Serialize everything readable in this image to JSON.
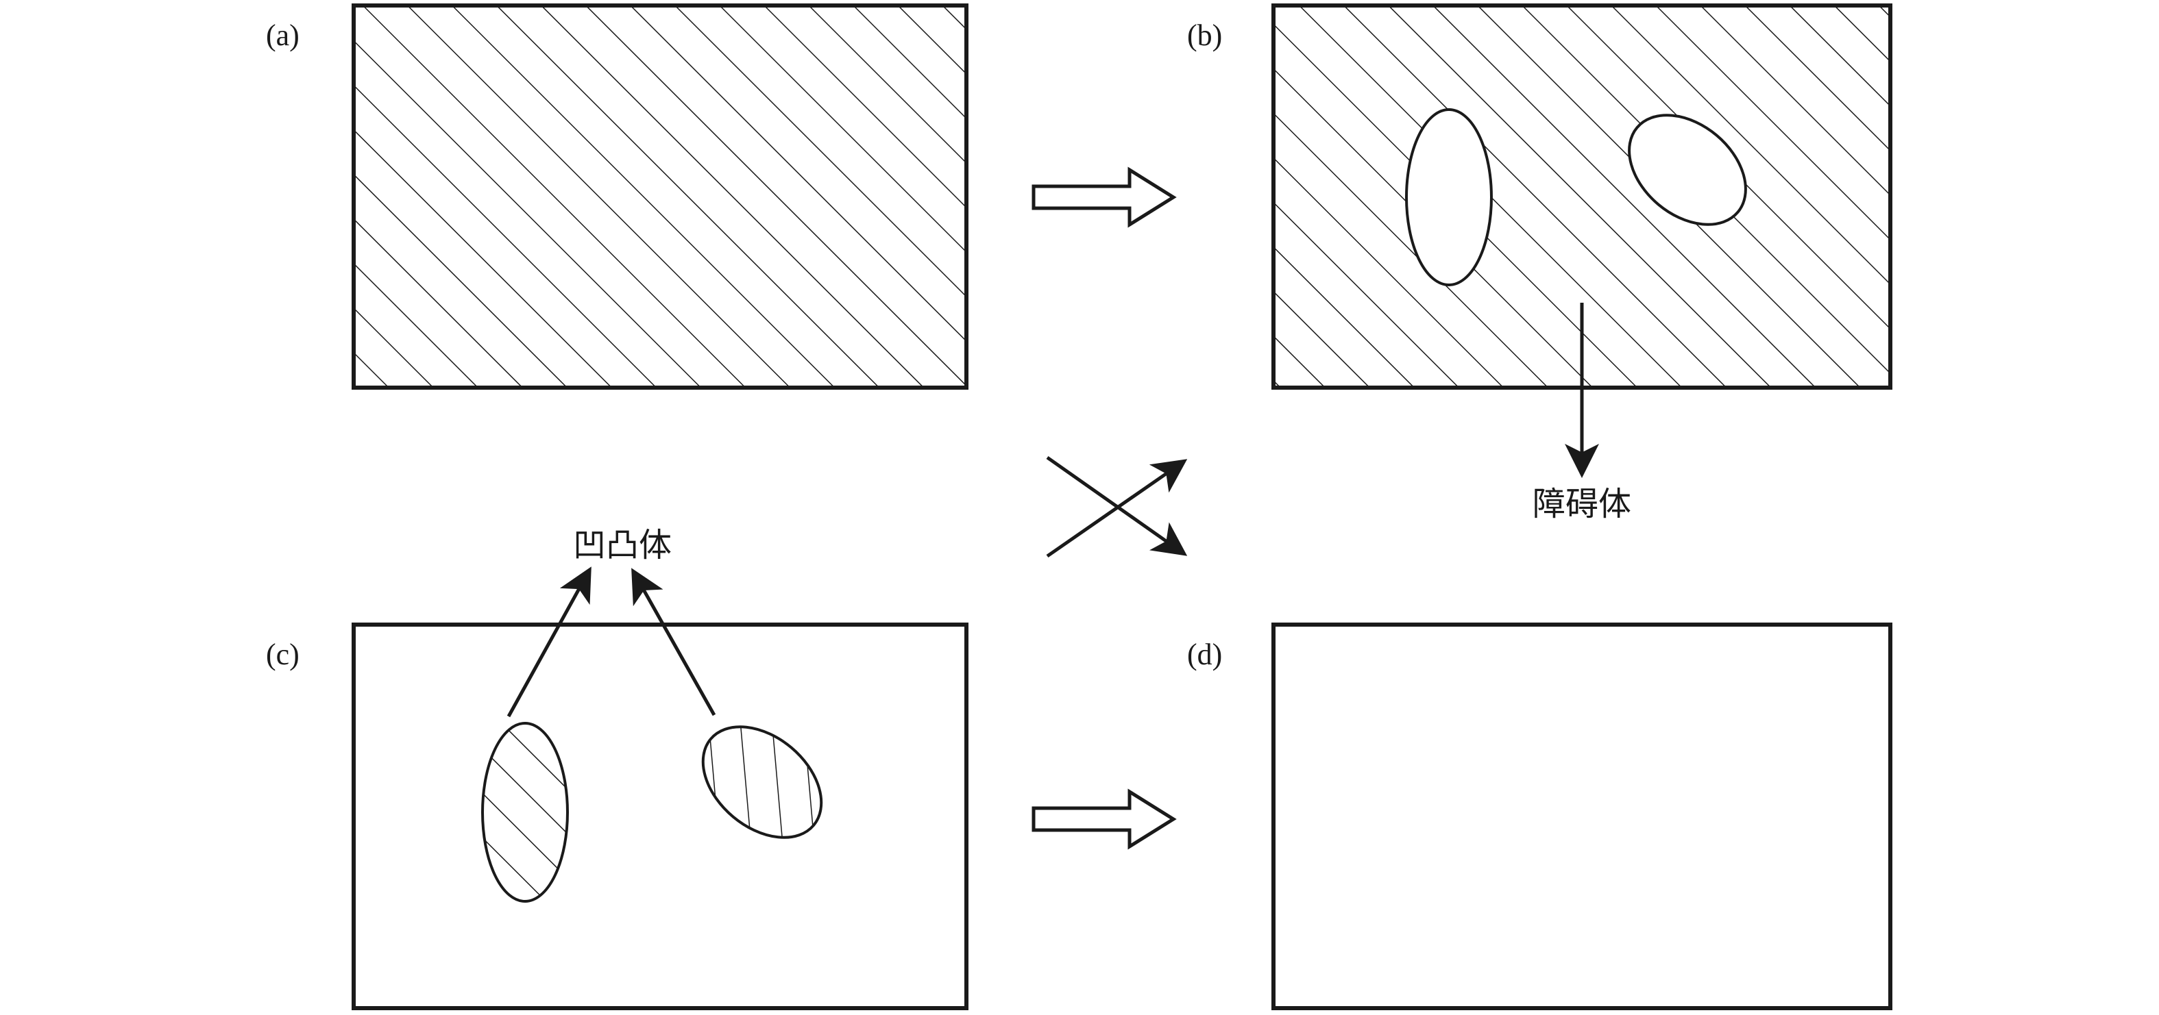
{
  "panels": {
    "a": {
      "label": "(a)"
    },
    "b": {
      "label": "(b)"
    },
    "c": {
      "label": "(c)"
    },
    "d": {
      "label": "(d)"
    }
  },
  "annotations": {
    "obstacle": "障碍体",
    "convex_concave": "凹凸体"
  },
  "colors": {
    "stroke": "#1a1a1a",
    "background": "#ffffff"
  }
}
